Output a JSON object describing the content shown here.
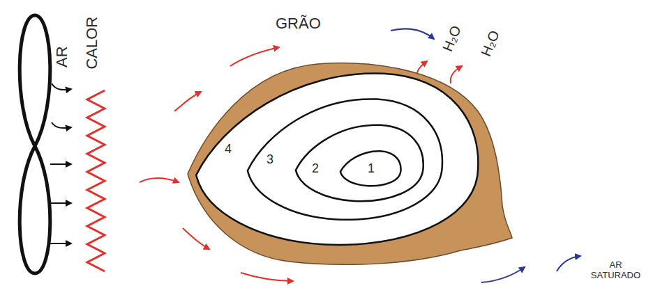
{
  "diagram": {
    "nodes": [
      {
        "text": [
          "GRÃO"
        ]
      },
      {
        "text": [
          "4"
        ],
        "in": 0
      },
      {
        "text": [
          "3"
        ],
        "in": 1
      },
      {
        "text": [
          "2"
        ],
        "in": 2
      },
      {
        "text": [
          "1"
        ],
        "in": 3
      }
    ],
    "labels": [
      "AR",
      "CALOR",
      "H₂O",
      "H₂O",
      "AR SATURADO"
    ]
  }
}
